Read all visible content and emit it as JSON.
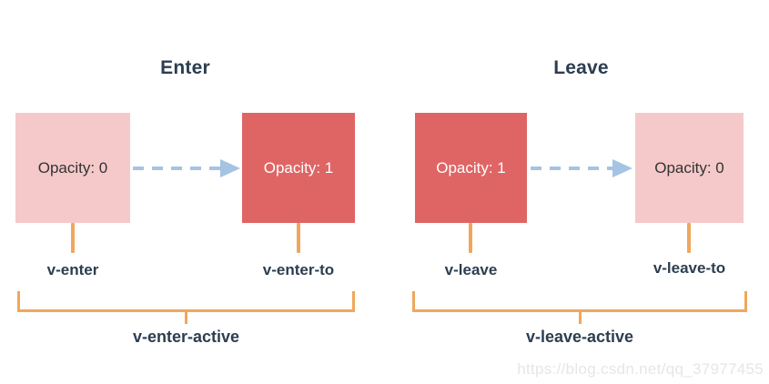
{
  "colors": {
    "background": "#ffffff",
    "box-faded": "#f5c9c9",
    "box-solid": "#df6565",
    "arrow": "#a5c3e3",
    "connector": "#f0a75c",
    "heading": "#2c3e50",
    "box-text-dark": "#333333",
    "box-text-light": "#ffffff",
    "watermark": "#e6e6e6"
  },
  "sections": [
    {
      "title": "Enter",
      "from_box": "Opacity: 0",
      "to_box": "Opacity: 1",
      "from_class": "v-enter",
      "to_class": "v-enter-to",
      "active_class": "v-enter-active"
    },
    {
      "title": "Leave",
      "from_box": "Opacity: 1",
      "to_box": "Opacity: 0",
      "from_class": "v-leave",
      "to_class": "v-leave-to",
      "active_class": "v-leave-active"
    }
  ],
  "watermark": "https://blog.csdn.net/qq_37977455"
}
